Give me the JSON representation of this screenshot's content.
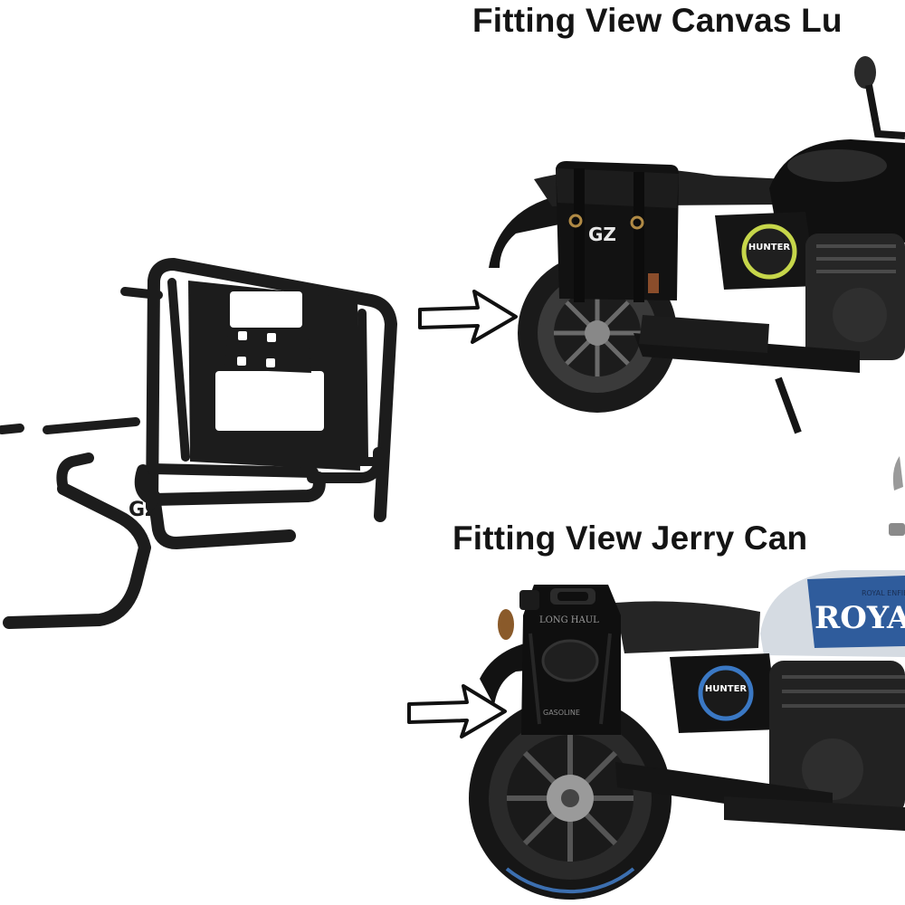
{
  "headings": {
    "top": "Fitting View Canvas Lu",
    "middle": "Fitting View Jerry Can"
  },
  "labels": {
    "bag_logo": "GZ",
    "rack_logo": "GZ",
    "tank_brand": "ROYAL",
    "tank_brand_small": "ROYAL ENFIELD",
    "side_badge_top": "HUNTER",
    "side_badge_bottom": "HUNTER",
    "jerry_can_text": "LONG HAUL",
    "jerry_can_sub": "GASOLINE"
  },
  "icons": [
    "rack-icon",
    "pointer-arrow-icon",
    "motorcycle-icon",
    "canvas-bag-icon",
    "jerry-can-icon"
  ],
  "colors": {
    "rack": "#1c1c1c",
    "bike_body": "#141414",
    "tank_blue": "#2f5c9c",
    "tank_silver": "#d7dde3",
    "background": "#ffffff"
  }
}
